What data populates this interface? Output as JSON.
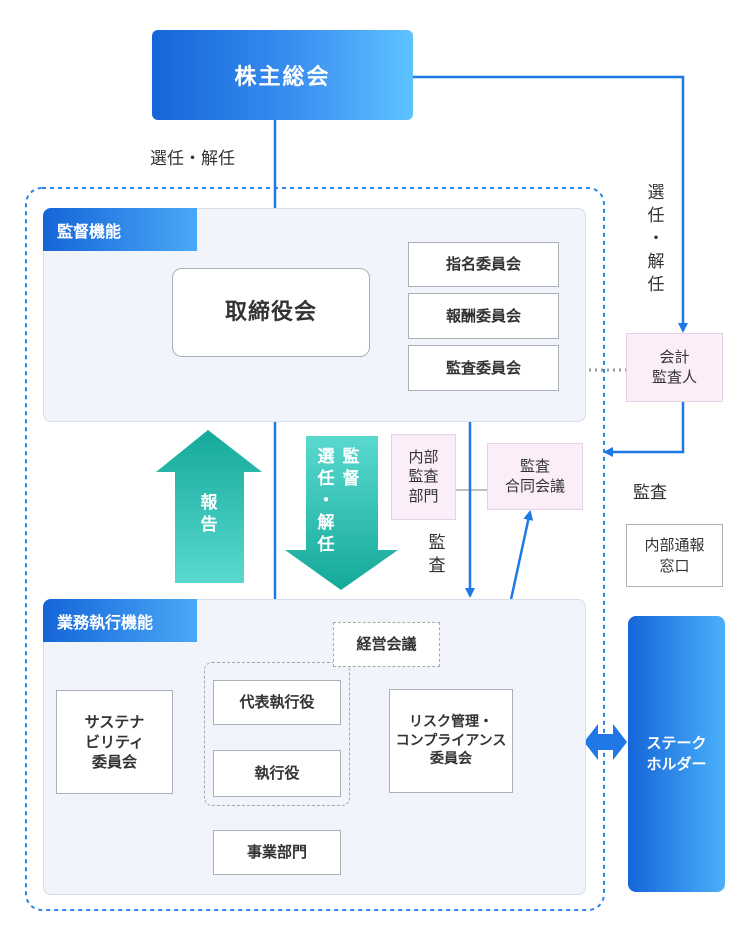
{
  "shareholders_meeting": "株主総会",
  "labels": {
    "elect_dismiss_left": "選任・解任",
    "elect_dismiss_right": [
      "選",
      "任",
      "・",
      "解",
      "任"
    ],
    "audit_right": "監査",
    "audit_mid": [
      "監",
      "査"
    ],
    "report_right": [
      "報",
      "告"
    ]
  },
  "supervision": {
    "section_title": "監督機能",
    "board": "取締役会",
    "committees": [
      "指名委員会",
      "報酬委員会",
      "監査委員会"
    ]
  },
  "auditor": [
    "会計",
    "監査人"
  ],
  "internal_audit": [
    "内部",
    "監査",
    "部門"
  ],
  "joint_audit": [
    "監査",
    "合同会議"
  ],
  "whistleblowing": [
    "内部通報",
    "窓口"
  ],
  "big_arrows": {
    "report": [
      "報",
      "告"
    ],
    "supervise_col1": [
      "監",
      "督"
    ],
    "supervise_col2": [
      "選",
      "任",
      "・",
      "解",
      "任"
    ]
  },
  "execution": {
    "section_title": "業務執行機能",
    "management_meeting": "経営会議",
    "sustainability": [
      "サステナ",
      "ビリティ",
      "委員会"
    ],
    "ceo": "代表執行役",
    "executive": "執行役",
    "business_division": "事業部門",
    "risk_compliance": [
      "リスク管理・",
      "コンプライアンス",
      "委員会"
    ]
  },
  "stakeholders": [
    "ステーク",
    "ホルダー"
  ],
  "colors": {
    "accent": "#1f78e6",
    "teal": "#1ab7a7",
    "dotted": "#2f86e8"
  }
}
